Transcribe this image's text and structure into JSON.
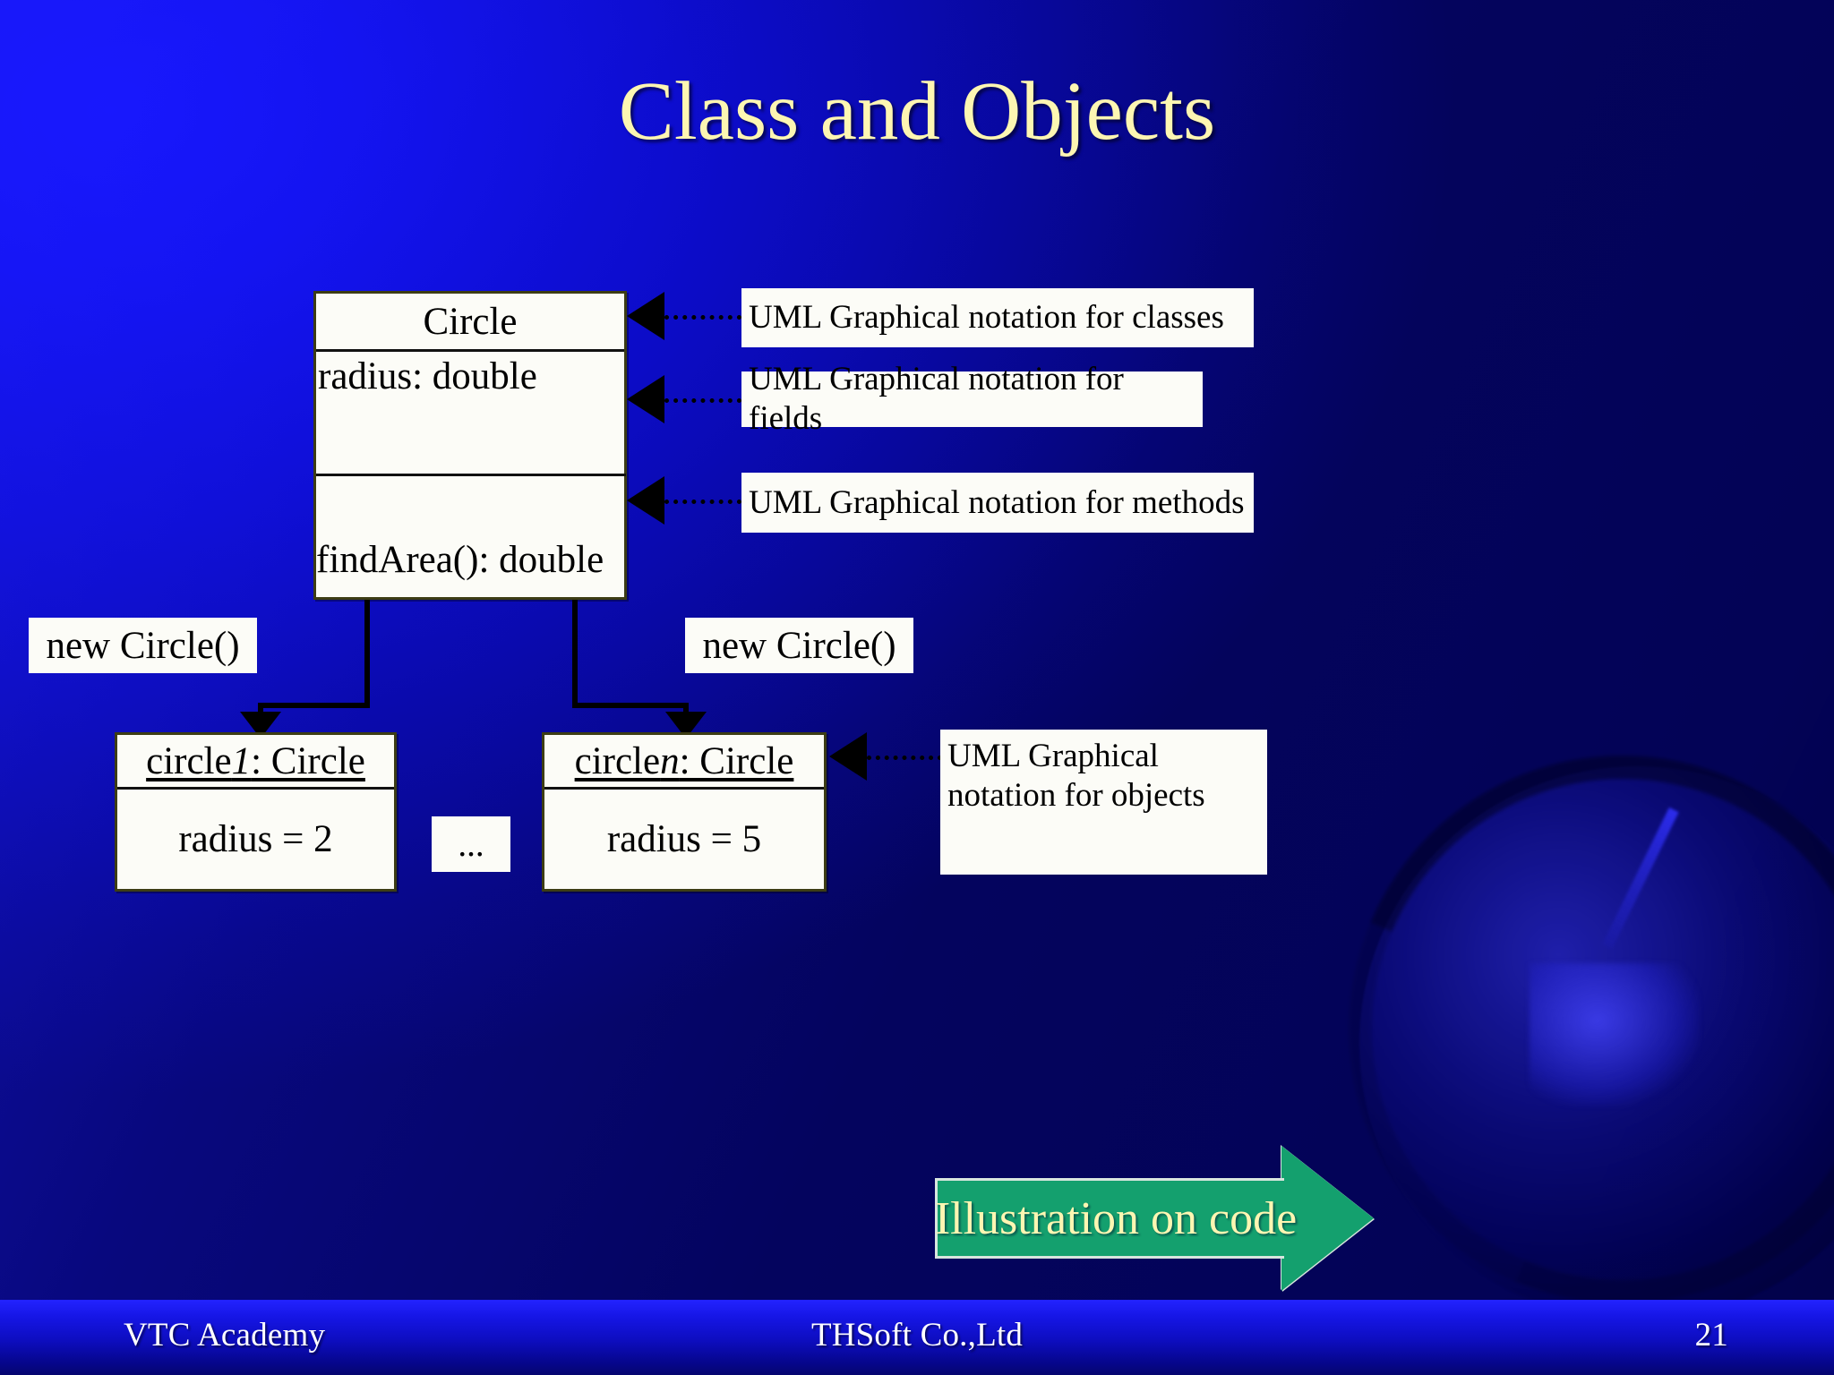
{
  "slide": {
    "title": "Class and Objects",
    "title_color": "#fdf6b2",
    "background_color": "#0b0bcb",
    "accent_green": "#14a06e"
  },
  "class_box": {
    "name": "Circle",
    "fields": "radius: double",
    "methods": "findArea(): double"
  },
  "callouts": {
    "classes": "UML Graphical notation for classes",
    "fields": "UML Graphical notation for fields",
    "methods": "UML Graphical notation for methods",
    "objects": "UML Graphical notation for objects"
  },
  "instantiation": {
    "left_label": "new Circle()",
    "right_label": "new Circle()",
    "ellipsis": "..."
  },
  "objects": [
    {
      "name_prefix": "circle",
      "name_index": "1",
      "name_suffix": ": Circle",
      "body": "radius = 2"
    },
    {
      "name_prefix": "circle",
      "name_index": "n",
      "name_suffix": ": Circle",
      "body": "radius = 5"
    }
  ],
  "banner": {
    "label": "Illustration on code"
  },
  "footer": {
    "left": "VTC Academy",
    "center": "THSoft Co.,Ltd",
    "page_number": "21"
  }
}
